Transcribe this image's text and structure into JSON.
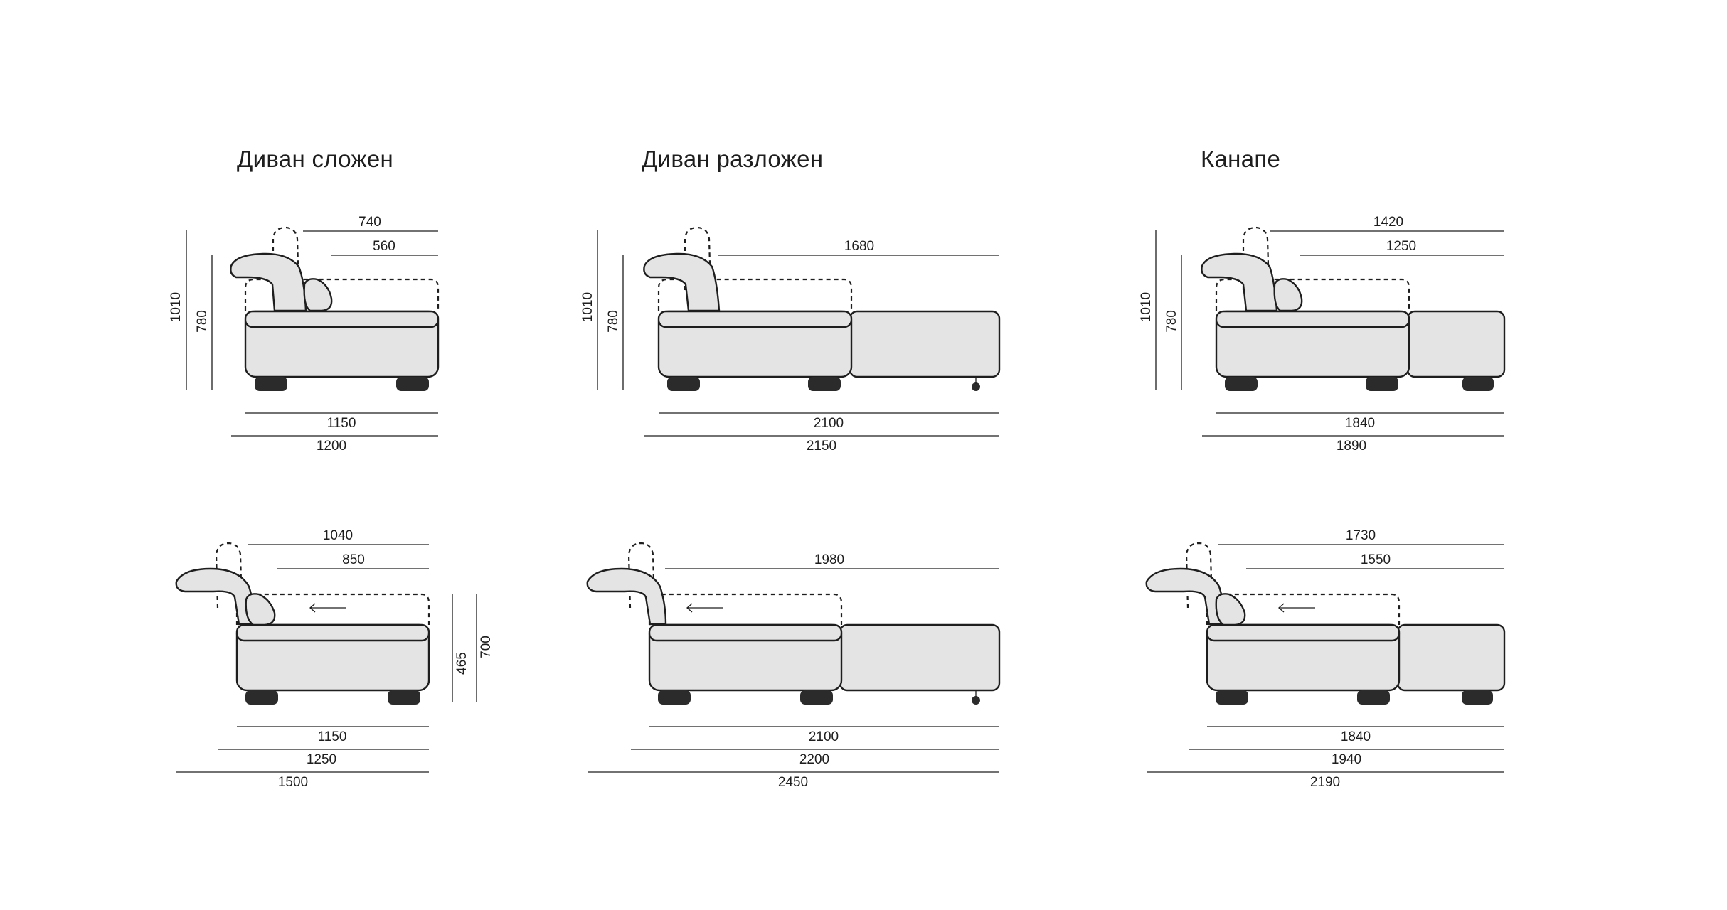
{
  "titles": {
    "folded": "Диван сложен",
    "unfolded": "Диван разложен",
    "kanape": "Канапе"
  },
  "diagrams": {
    "folded_top": {
      "top1": "740",
      "top2": "560",
      "h1": "1010",
      "h2": "780",
      "bottom1": "1150",
      "bottom2": "1200"
    },
    "unfolded_top": {
      "top1": "1680",
      "h1": "1010",
      "h2": "780",
      "bottom1": "2100",
      "bottom2": "2150"
    },
    "kanape_top": {
      "top1": "1420",
      "top2": "1250",
      "h1": "1010",
      "h2": "780",
      "bottom1": "1840",
      "bottom2": "1890"
    },
    "folded_bottom": {
      "top1": "1040",
      "top2": "850",
      "h1": "465",
      "h2": "700",
      "bottom1": "1150",
      "bottom2": "1250",
      "bottom3": "1500"
    },
    "unfolded_bottom": {
      "top1": "1980",
      "bottom1": "2100",
      "bottom2": "2200",
      "bottom3": "2450"
    },
    "kanape_bottom": {
      "top1": "1730",
      "top2": "1550",
      "bottom1": "1840",
      "bottom2": "1940",
      "bottom3": "2190"
    }
  }
}
